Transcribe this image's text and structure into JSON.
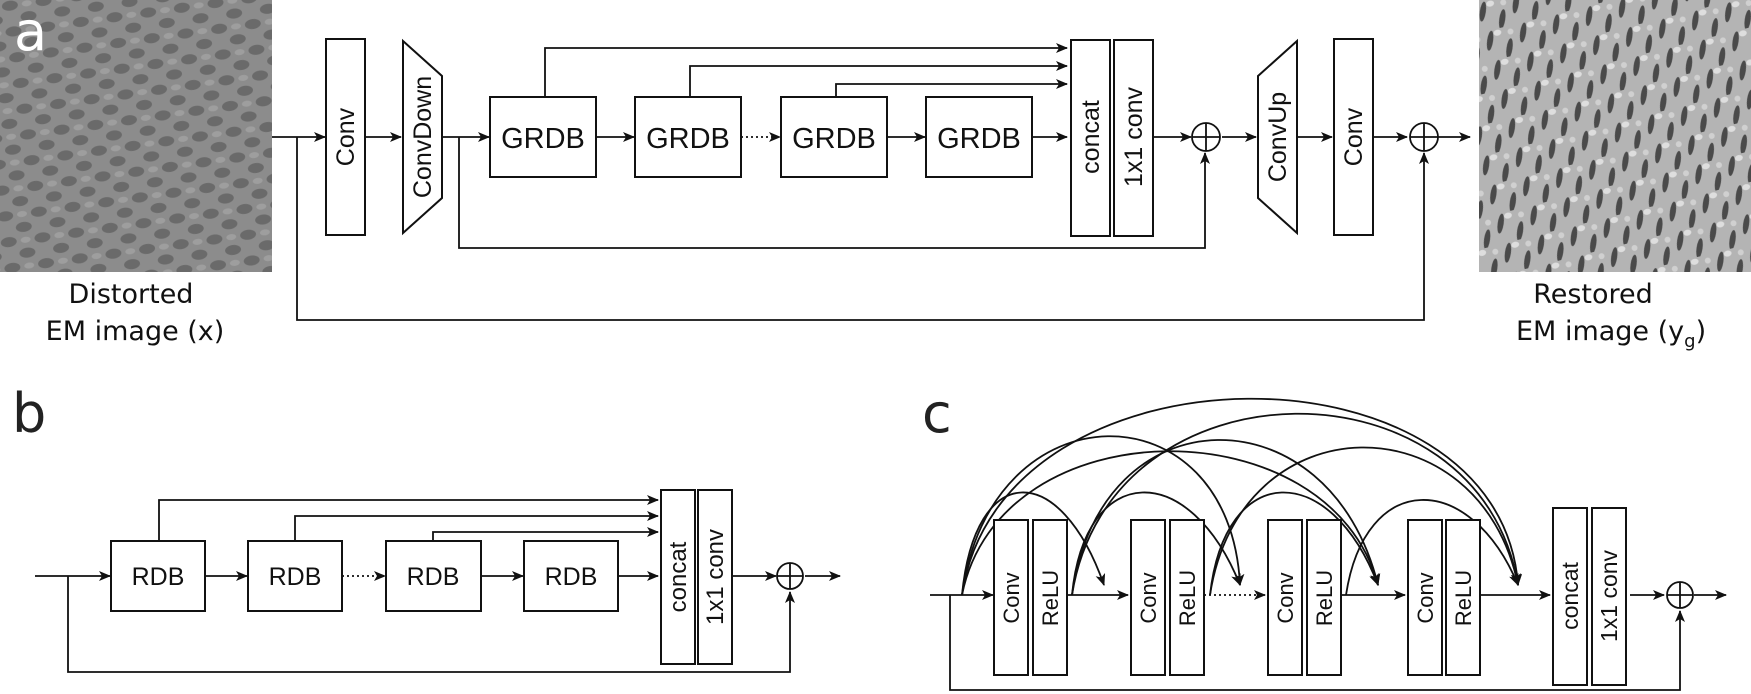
{
  "panels": {
    "a": "a",
    "b": "b",
    "c": "c"
  },
  "panel_a": {
    "conv1": "Conv",
    "convdown": "ConvDown",
    "grdb": [
      "GRDB",
      "GRDB",
      "GRDB",
      "GRDB"
    ],
    "concat": "concat",
    "conv1x1": "1x1 conv",
    "convup": "ConvUp",
    "conv2": "Conv",
    "input_caption": [
      "Distorted",
      "EM image (x)"
    ],
    "output_caption_line1": "Restored",
    "output_caption_line2": "EM image (y",
    "output_caption_sub": "g",
    "output_caption_close": ")"
  },
  "panel_b": {
    "rdb": [
      "RDB",
      "RDB",
      "RDB",
      "RDB"
    ],
    "concat": "concat",
    "conv1x1": "1x1 conv"
  },
  "panel_c": {
    "conv": "Conv",
    "relu": "ReLU",
    "concat": "concat",
    "conv1x1": "1x1 conv"
  }
}
